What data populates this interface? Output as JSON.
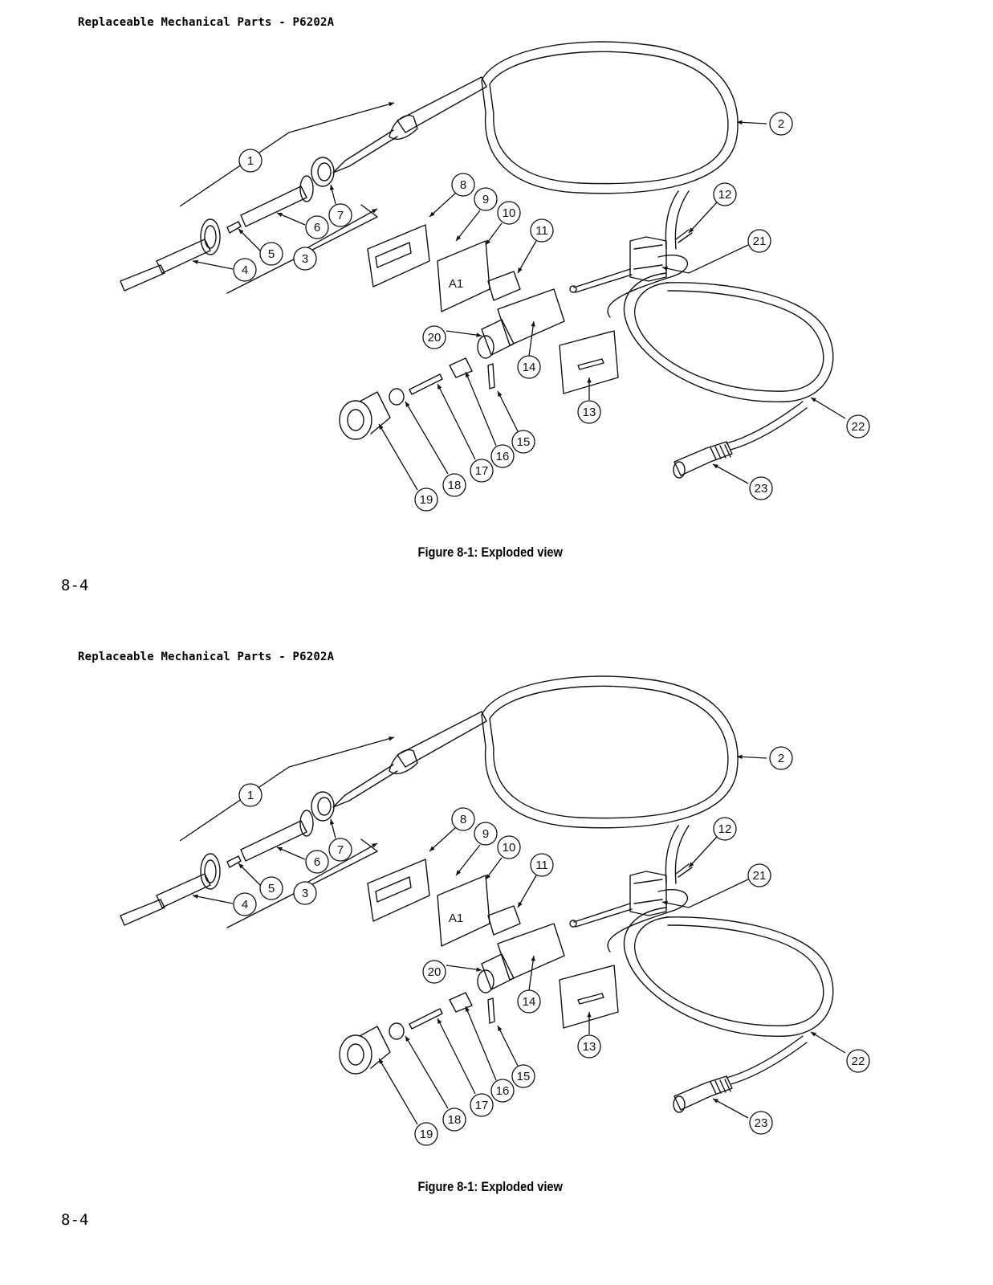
{
  "pages": [
    {
      "header": "Replaceable Mechanical Parts - P6202A",
      "board_label": "A1",
      "callouts": [
        "1",
        "2",
        "3",
        "4",
        "5",
        "6",
        "7",
        "8",
        "9",
        "10",
        "11",
        "12",
        "13",
        "14",
        "15",
        "16",
        "17",
        "18",
        "19",
        "20",
        "21",
        "22",
        "23"
      ],
      "caption": "Figure 8-1: Exploded view",
      "page_number": "8-4"
    },
    {
      "header": "Replaceable Mechanical Parts - P6202A",
      "board_label": "A1",
      "callouts": [
        "1",
        "2",
        "3",
        "4",
        "5",
        "6",
        "7",
        "8",
        "9",
        "10",
        "11",
        "12",
        "13",
        "14",
        "15",
        "16",
        "17",
        "18",
        "19",
        "20",
        "21",
        "22",
        "23"
      ],
      "caption": "Figure 8-1: Exploded view",
      "page_number": "8-4"
    }
  ]
}
